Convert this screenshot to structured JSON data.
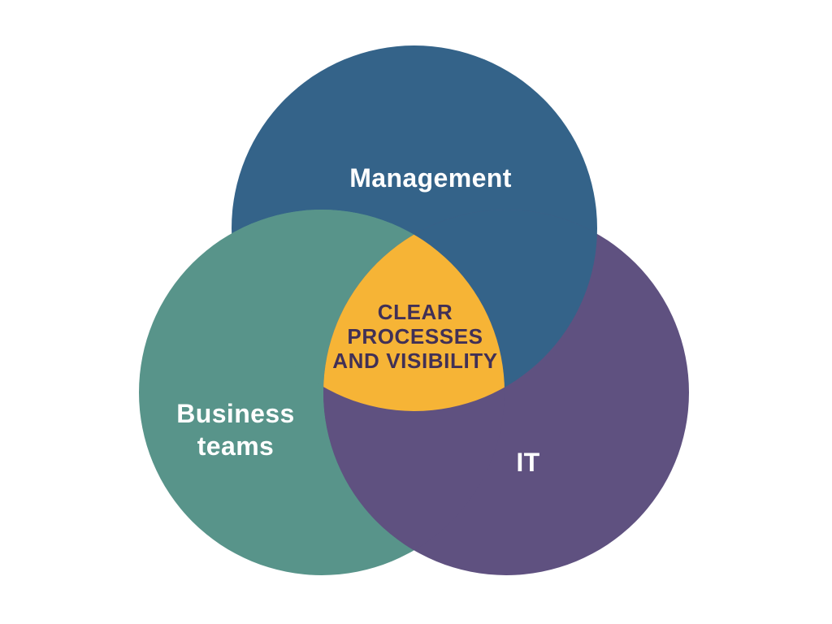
{
  "diagram": {
    "type": "venn",
    "background": "#FFFFFF",
    "label_color": "#FFFFFF",
    "sets": [
      {
        "id": "management",
        "label": "Management",
        "color": "#346389"
      },
      {
        "id": "business-teams",
        "label": "Business teams",
        "lines": [
          "Business",
          "teams"
        ],
        "color": "#58948A"
      },
      {
        "id": "it",
        "label": "IT",
        "color": "#5F5180"
      }
    ],
    "intersection": {
      "label": "CLEAR PROCESSES AND VISIBILITY",
      "lines": [
        "CLEAR",
        "PROCESSES",
        "AND VISIBILITY"
      ],
      "fill_color": "#F6B436",
      "text_color": "#413056"
    }
  }
}
